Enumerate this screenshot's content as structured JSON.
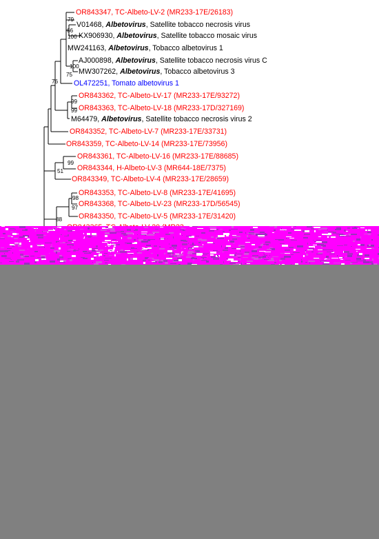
{
  "colors": {
    "black": "#000000",
    "red": "#ff0000",
    "blue": "#0000ff",
    "gray": "#808080",
    "magenta": "#ff00ff",
    "purple": "#9b2fbf"
  },
  "tree": {
    "taxa": [
      {
        "id": "t1",
        "parts": [
          {
            "t": "OR843347, TC-Albeto-LV-2 (MR233-17E/26183)"
          }
        ],
        "color": "red"
      },
      {
        "id": "t2",
        "parts": [
          {
            "t": "V01468, "
          },
          {
            "t": "Albetovirus",
            "style": "bi"
          },
          {
            "t": ",  Satellite tobacco necrosis virus"
          }
        ],
        "color": "black"
      },
      {
        "id": "t3",
        "parts": [
          {
            "t": "KX906930, "
          },
          {
            "t": "Albetovirus",
            "style": "bi"
          },
          {
            "t": ",  Satellite tobacco mosaic virus"
          }
        ],
        "color": "black"
      },
      {
        "id": "t4",
        "parts": [
          {
            "t": "MW241163, "
          },
          {
            "t": "Albetovirus",
            "style": "bi"
          },
          {
            "t": ",  Tobacco albetovirus 1"
          }
        ],
        "color": "black"
      },
      {
        "id": "t5",
        "parts": [
          {
            "t": "AJ000898, "
          },
          {
            "t": "Albetovirus",
            "style": "bi"
          },
          {
            "t": ",  Satellite tobacco necrosis virus C"
          }
        ],
        "color": "black"
      },
      {
        "id": "t6",
        "parts": [
          {
            "t": "MW307262, "
          },
          {
            "t": "Albetovirus",
            "style": "bi"
          },
          {
            "t": ",  Tobacco albetovirus 3"
          }
        ],
        "color": "black"
      },
      {
        "id": "t7",
        "parts": [
          {
            "t": "OL472251, Tomato albetovirus 1"
          }
        ],
        "color": "blue"
      },
      {
        "id": "t8",
        "parts": [
          {
            "t": "OR843362, TC-Albeto-LV-17 (MR233-17E/93272)"
          }
        ],
        "color": "red"
      },
      {
        "id": "t9",
        "parts": [
          {
            "t": "OR843363, TC-Albeto-LV-18 (MR233-17D/327169)"
          }
        ],
        "color": "red"
      },
      {
        "id": "t10",
        "parts": [
          {
            "t": "M64479, "
          },
          {
            "t": "Albetovirus",
            "style": "bi"
          },
          {
            "t": ",  Satellite tobacco necrosis virus 2"
          }
        ],
        "color": "black"
      },
      {
        "id": "t11",
        "parts": [
          {
            "t": "OR843352, TC-Albeto-LV-7 (MR233-17E/33731)"
          }
        ],
        "color": "red"
      },
      {
        "id": "t12",
        "parts": [
          {
            "t": "OR843359, TC-Albeto-LV-14 (MR233-17E/73956)"
          }
        ],
        "color": "red"
      },
      {
        "id": "t13",
        "parts": [
          {
            "t": "OR843361, TC-Albeto-LV-16 (MR233-17E/88685)"
          }
        ],
        "color": "red"
      },
      {
        "id": "t14",
        "parts": [
          {
            "t": "OR843344, H-Albeto-LV-3 (MR644-18E/7375)"
          }
        ],
        "color": "red"
      },
      {
        "id": "t15",
        "parts": [
          {
            "t": "OR843349, TC-Albeto-LV-4 (MR233-17E/28659)"
          }
        ],
        "color": "red"
      },
      {
        "id": "t16",
        "parts": [
          {
            "t": "OR843353, TC-Albeto-LV-8 (MR233-17E/41695)"
          }
        ],
        "color": "red"
      },
      {
        "id": "t17",
        "parts": [
          {
            "t": "OR843368, TC-Albeto-LV-23 (MR233-17D/56545)"
          }
        ],
        "color": "red"
      },
      {
        "id": "t18",
        "parts": [
          {
            "t": "OR843350, TC-Albeto-LV-5 (MR233-17E/31420)"
          }
        ],
        "color": "red"
      },
      {
        "id": "t19",
        "parts": [
          {
            "t": "OR843365, TC-Albeto-LV-20 (MR23"
          }
        ],
        "color": "red"
      }
    ],
    "support_values": [
      "79",
      "66",
      "100",
      "100",
      "75",
      "76",
      "99",
      "99",
      "99",
      "51",
      "98",
      "97",
      "88"
    ]
  }
}
